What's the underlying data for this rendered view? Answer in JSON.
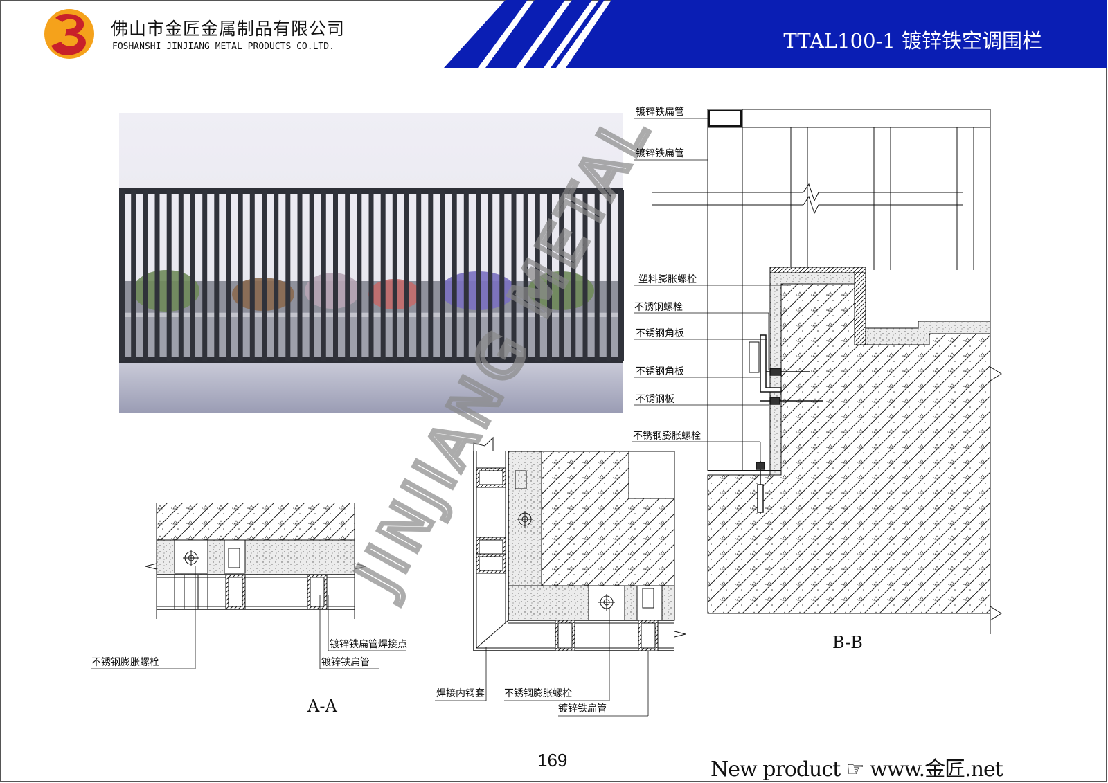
{
  "header": {
    "company_cn": "佛山市金匠金属制品有限公司",
    "company_en": "FOSHANSHI JINJIANG METAL PRODUCTS CO.LTD.",
    "title": "TTAL100-1 镀锌铁空调围栏",
    "brand_blue": "#0a1eb4",
    "logo_colors": [
      "#f5a21b",
      "#c8202a"
    ]
  },
  "watermark": "JINJIANG METAL",
  "section_bb": {
    "title": "B-B",
    "labels": [
      "镀锌铁扁管",
      "镀锌铁扁管",
      "塑料膨胀螺栓",
      "不锈钢螺栓",
      "不锈钢角板",
      "不锈钢角板",
      "不锈钢板",
      "不锈钢膨胀螺栓"
    ]
  },
  "section_aa": {
    "title": "A-A",
    "labels": [
      "不锈钢膨胀螺栓",
      "镀锌铁扁管焊接点",
      "镀锌铁扁管"
    ]
  },
  "section_corner": {
    "labels": [
      "焊接内钢套",
      "不锈钢膨胀螺栓",
      "镀锌铁扁管"
    ]
  },
  "footer": {
    "page_number": "169",
    "text": "New product ☞ www.金匠.net"
  }
}
